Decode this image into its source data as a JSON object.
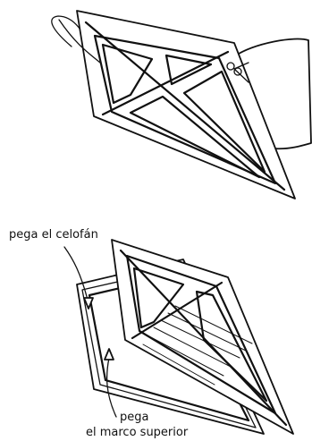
{
  "labels": {
    "glue_cellophane": "pega el celofán",
    "glue_top_frame_line1": "pega",
    "glue_top_frame_line2": "el marco superior"
  },
  "colors": {
    "ink": "#111111",
    "background": "#ffffff"
  },
  "icons": {
    "step1": "scissors-icon",
    "step2": "glue-arrow-icon"
  }
}
